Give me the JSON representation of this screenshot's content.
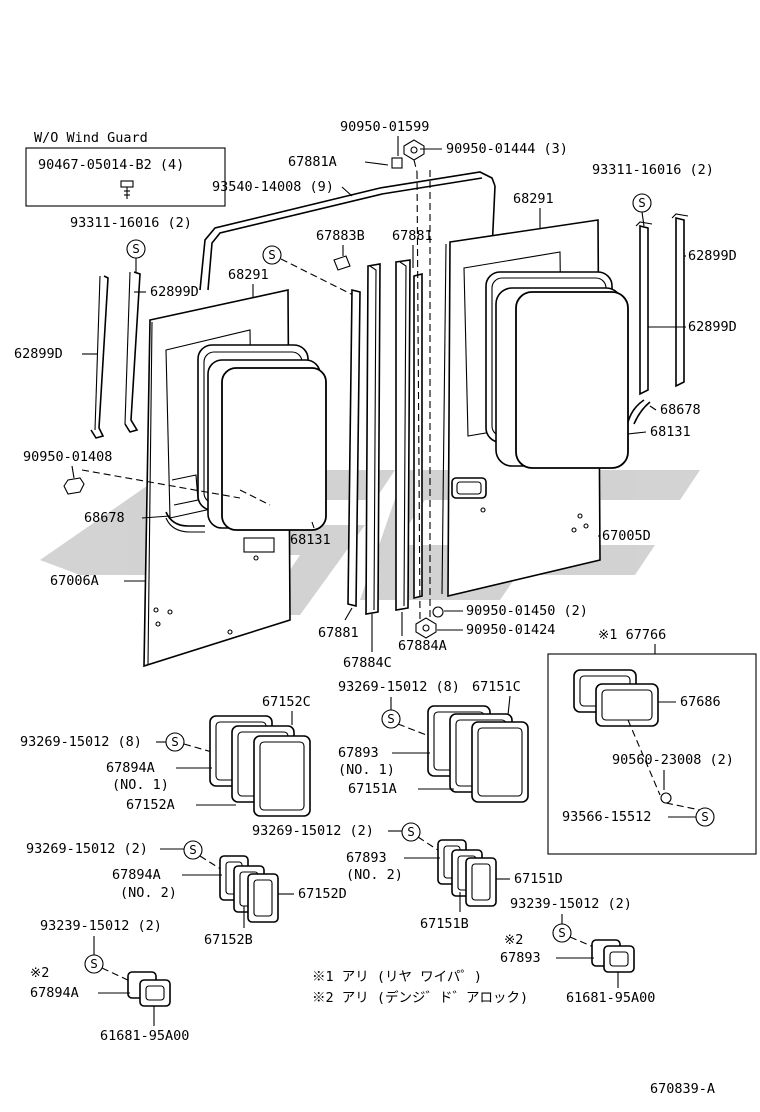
{
  "wo_wind_guard": {
    "title": "W/O Wind Guard",
    "part": "90467-05014-B2 (4)"
  },
  "parts": {
    "p_90950_01599": "90950-01599",
    "p_90950_01444": "90950-01444 (3)",
    "p_67881A": "67881A",
    "p_93540_14008": "93540-14008 (9)",
    "p_93311_16016_left": "93311-16016 (2)",
    "p_93311_16016_right": "93311-16016 (2)",
    "p_68291_left": "68291",
    "p_68291_right": "68291",
    "p_67883B": "67883B",
    "p_67881_top": "67881",
    "p_62899D_left_a": "62899D",
    "p_62899D_left_b": "62899D",
    "p_62899D_right_a": "62899D",
    "p_62899D_right_b": "62899D",
    "p_90950_01408": "90950-01408",
    "p_68678_left": "68678",
    "p_68678_right": "68678",
    "p_68131_left": "68131",
    "p_68131_right": "68131",
    "p_67006A": "67006A",
    "p_67005D": "67005D",
    "p_90950_01450": "90950-01450 (2)",
    "p_90950_01424": "90950-01424",
    "p_67881_bottom": "67881",
    "p_67884C": "67884C",
    "p_67884A": "67884A"
  },
  "mid_group": {
    "p_67152C": "67152C",
    "p_93269_15012_8_left": "93269-15012 (8)",
    "p_67894A_no1": "67894A",
    "no1_left": "(NO. 1)",
    "p_67152A": "67152A",
    "p_93269_15012_8_right": "93269-15012 (8)",
    "p_67151C": "67151C",
    "p_67893_no1": "67893",
    "no1_right": "(NO. 1)",
    "p_67151A": "67151A"
  },
  "inset": {
    "title": "※1 67766",
    "p_67686": "67686",
    "p_90560_23008": "90560-23008 (2)",
    "p_93566_15512": "93566-15512"
  },
  "lower_group": {
    "p_93269_15012_2_mid": "93269-15012 (2)",
    "p_93269_15012_2_left": "93269-15012 (2)",
    "p_67894A_no2": "67894A",
    "no2_left": "(NO. 2)",
    "p_67152D": "67152D",
    "p_67152B": "67152B",
    "p_67893_no2": "67893",
    "no2_right": "(NO. 2)",
    "p_67151D": "67151D",
    "p_67151B": "67151B",
    "p_93239_15012_left": "93239-15012 (2)",
    "mark2_left": "※2",
    "p_67894A_bottom": "67894A",
    "p_61681_left": "61681-95A00",
    "p_93239_15012_right": "93239-15012 (2)",
    "mark2_right": "※2",
    "p_67893_bottom": "67893",
    "p_61681_right": "61681-95A00"
  },
  "notes": {
    "note1": "※1  アリ (リヤ ワイパ゜)",
    "note2": "※2  アリ (デンジ゛ド゛アロック)"
  },
  "s_symbol": "S",
  "diagram_code": "670839-A"
}
